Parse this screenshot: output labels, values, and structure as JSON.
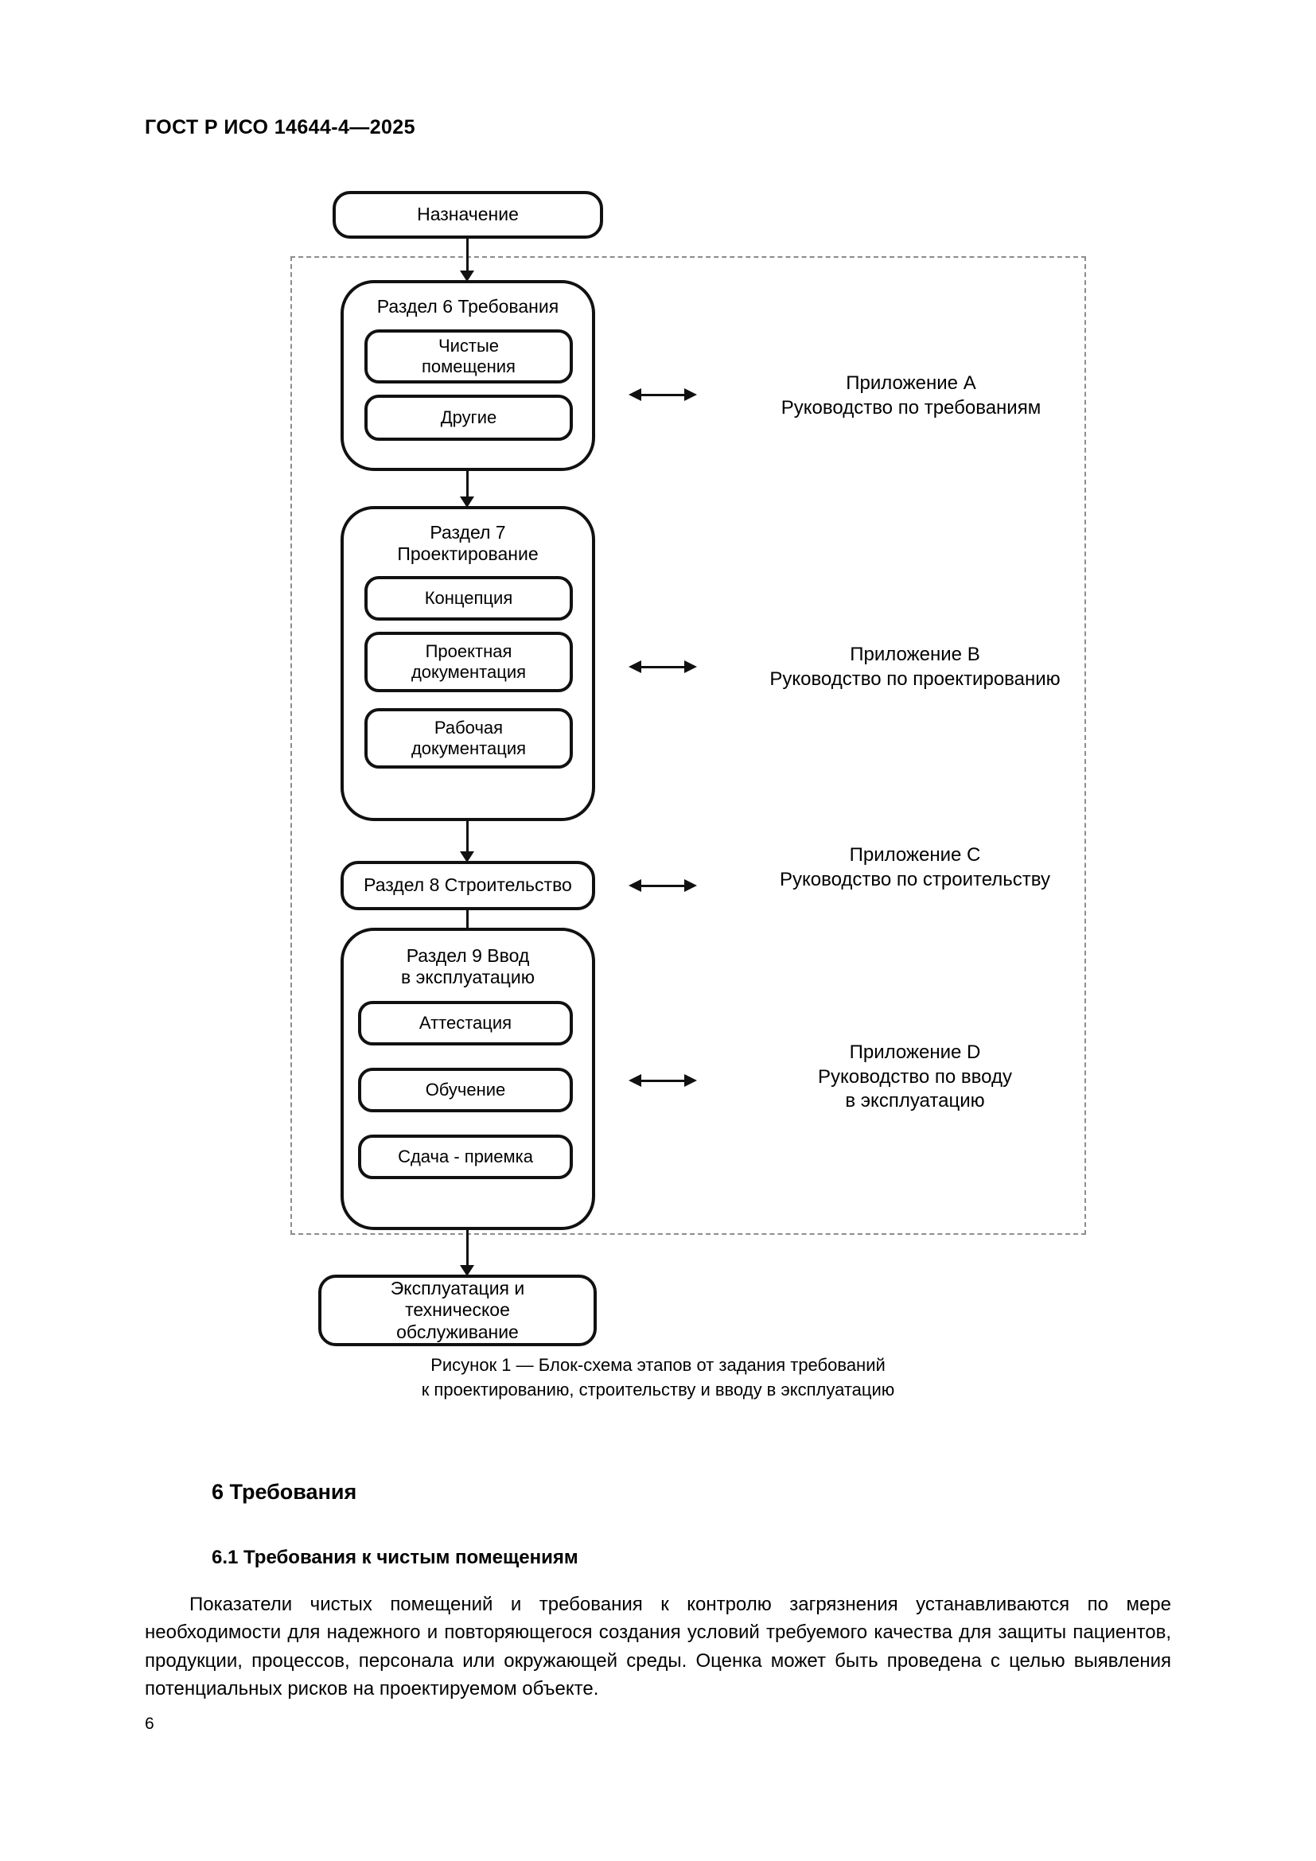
{
  "header": {
    "standard_number": "ГОСТ Р ИСО 14644-4—2025"
  },
  "figure": {
    "top_node": {
      "label": "Назначение"
    },
    "bottom_node": {
      "label": "Эксплуатация и\nтехническое\nобслуживание"
    },
    "groups": [
      {
        "title": "Раздел 6 Требования",
        "children": [
          {
            "label": "Чистые\nпомещения"
          },
          {
            "label": "Другие"
          }
        ],
        "annex": "Приложение A\nРуководство по требованиям"
      },
      {
        "title": "Раздел 7\nПроектирование",
        "children": [
          {
            "label": "Концепция"
          },
          {
            "label": "Проектная\nдокументация"
          },
          {
            "label": "Рабочая\nдокументация"
          }
        ],
        "annex": "Приложение B\nРуководство по проектированию"
      },
      {
        "title": "Раздел 8 Строительство",
        "children": [],
        "annex": "Приложение C\nРуководство по строительству"
      },
      {
        "title": "Раздел 9 Ввод\nв эксплуатацию",
        "children": [
          {
            "label": "Аттестация"
          },
          {
            "label": "Обучение"
          },
          {
            "label": "Сдача - приемка"
          }
        ],
        "annex": "Приложение D\nРуководство по вводу\nв эксплуатацию"
      }
    ],
    "caption": "Рисунок 1 — Блок-схема этапов от задания требований\nк проектированию, строительству и вводу в эксплуатацию"
  },
  "content": {
    "section_heading": "6 Требования",
    "subsection_heading": "6.1 Требования к чистым помещениям",
    "paragraph": "Показатели чистых помещений и требования к контролю загрязнения устанавливаются по мере необходимости для надежного и повторяющегося создания условий требуемого качества для защиты пациентов, продукции, процессов, персонала или окружающей среды. Оценка может быть проведена с целью выявления потенциальных рисков на проектируемом объекте.",
    "page_number": "6"
  },
  "colors": {
    "line": "#111111",
    "dashed_frame": "#8d8d8d",
    "text": "#000000",
    "background": "#ffffff"
  }
}
